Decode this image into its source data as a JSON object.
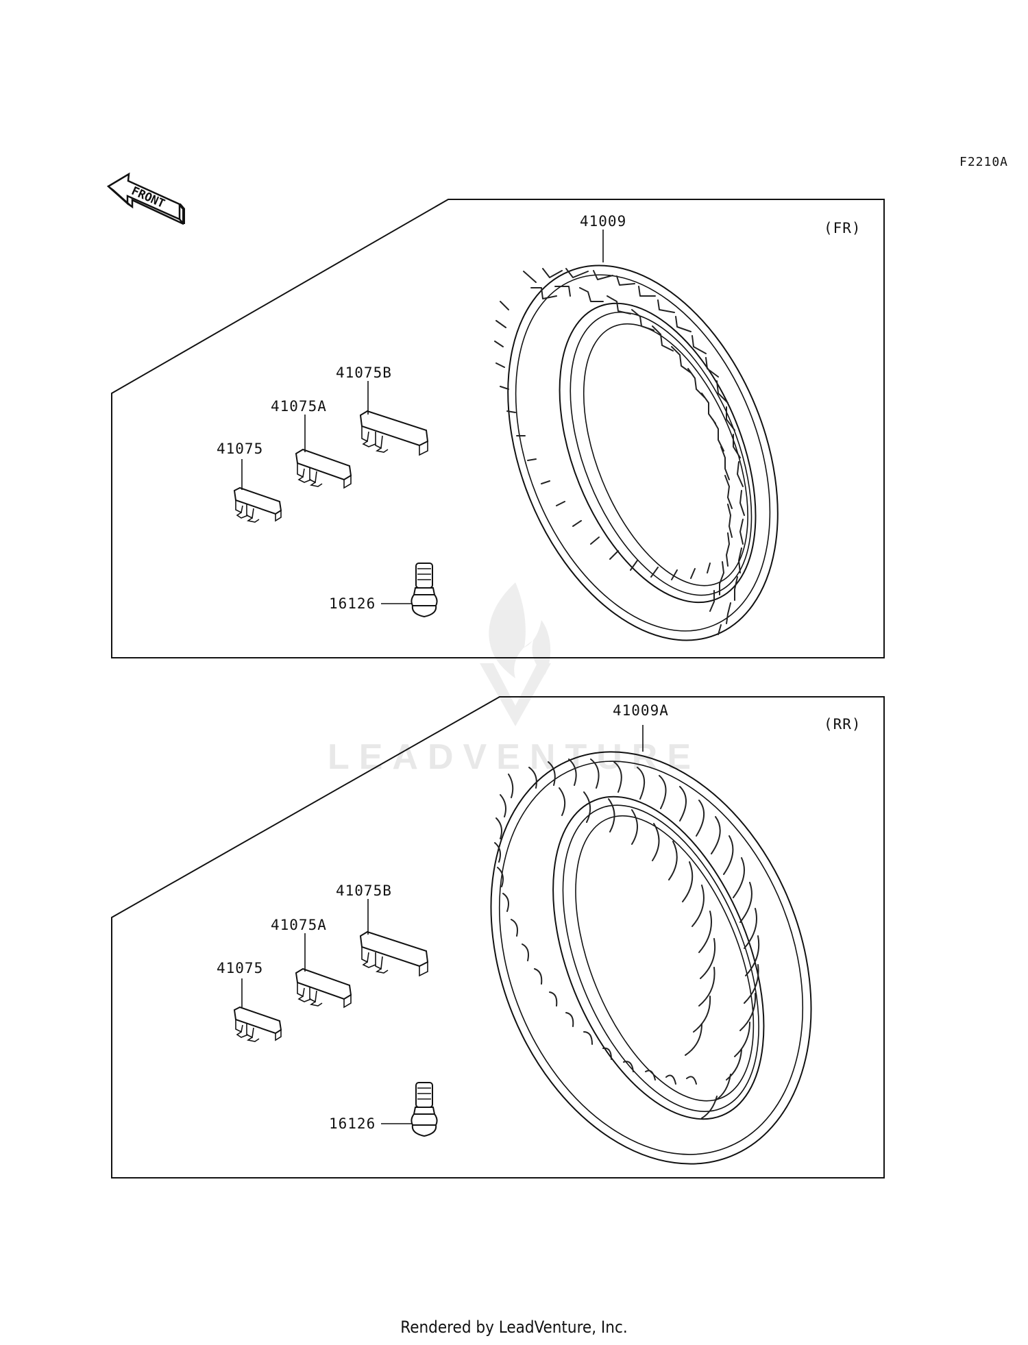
{
  "figure_code": "F2210A",
  "front_arrow_label": "FRONT",
  "watermark_text": "LEADVENTURE",
  "footer": "Rendered by LeadVenture, Inc.",
  "panels": [
    {
      "id": "front",
      "position_tag": "(FR)",
      "tire_part": "41009",
      "weights": [
        "41075",
        "41075A",
        "41075B"
      ],
      "valve_part": "16126"
    },
    {
      "id": "rear",
      "position_tag": "(RR)",
      "tire_part": "41009A",
      "weights": [
        "41075",
        "41075A",
        "41075B"
      ],
      "valve_part": "16126"
    }
  ],
  "colors": {
    "line": "#111111",
    "watermark": "#e6e6e6",
    "background": "#ffffff"
  }
}
